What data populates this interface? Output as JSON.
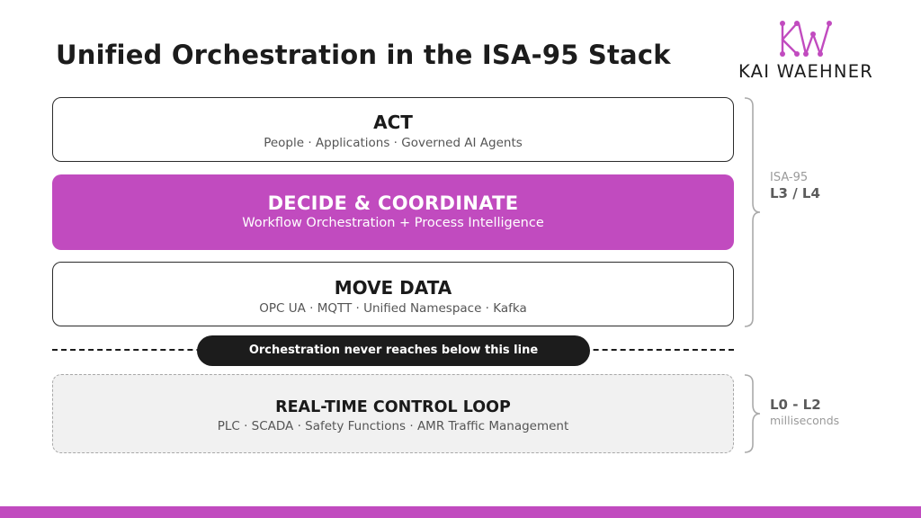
{
  "title": "Unified Orchestration in the ISA-95 Stack",
  "logo": {
    "mark": "KW",
    "text": "KAI WAEHNER"
  },
  "colors": {
    "accent": "#c14bbf",
    "dark": "#1c1c1c",
    "muted": "#9a9a9a"
  },
  "layers": {
    "act": {
      "title": "ACT",
      "subtitle": "People · Applications · Governed AI Agents"
    },
    "decide": {
      "title": "DECIDE & COORDINATE",
      "subtitle": "Workflow Orchestration + Process Intelligence"
    },
    "move": {
      "title": "MOVE DATA",
      "subtitle": "OPC UA · MQTT · Unified Namespace · Kafka"
    },
    "realtime": {
      "title": "REAL-TIME CONTROL LOOP",
      "subtitle": "PLC · SCADA · Safety Functions · AMR Traffic Management"
    }
  },
  "boundary_label": "Orchestration never reaches below this line",
  "side_labels": {
    "upper_caption": "ISA-95",
    "upper_levels": "L3 / L4",
    "lower_levels": "L0 - L2",
    "lower_caption": "milliseconds"
  }
}
